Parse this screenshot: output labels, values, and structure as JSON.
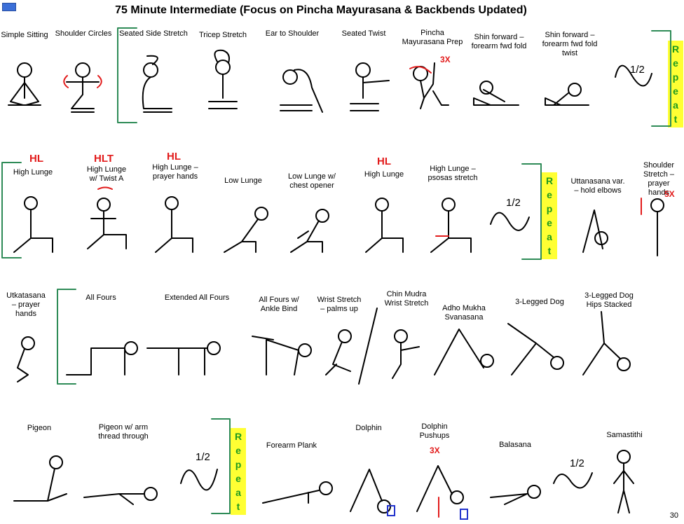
{
  "title": "75 Minute Intermediate (Focus on Pincha Mayurasana & Backbends Updated)",
  "page_number": "30",
  "repeat_text": "Repeat",
  "half_text": "1/2",
  "colors": {
    "accent_red": "#e21b1b",
    "bracket_green": "#2e8b57",
    "repeat_bg": "#ffff33",
    "repeat_text": "#1e9b1e",
    "block_blue": "#2233cc"
  },
  "rows": [
    {
      "poses": [
        {
          "label": "Simple Sitting"
        },
        {
          "label": "Shoulder Circles"
        },
        {
          "label": "Seated Side Stretch"
        },
        {
          "label": "Tricep Stretch"
        },
        {
          "label": "Ear to Shoulder"
        },
        {
          "label": "Seated Twist"
        },
        {
          "label": "Pincha\nMayurasana Prep",
          "note": "3X"
        },
        {
          "label": "Shin forward –\nforearm fwd fold"
        },
        {
          "label": "Shin forward –\nforearm fwd fold\ntwist"
        }
      ]
    },
    {
      "poses": [
        {
          "label": "High Lunge",
          "tag": "HL"
        },
        {
          "label": "High Lunge\nw/ Twist A",
          "tag": "HLT"
        },
        {
          "label": "High Lunge –\nprayer hands",
          "tag": "HL"
        },
        {
          "label": "Low Lunge"
        },
        {
          "label": "Low Lunge w/\nchest opener"
        },
        {
          "label": "High Lunge",
          "tag": "HL"
        },
        {
          "label": "High Lunge –\npsosas stretch"
        },
        {
          "label": "Uttanasana var.\n– hold elbows"
        },
        {
          "label": "Shoulder\nStretch – prayer\nhands",
          "note": "5X"
        }
      ]
    },
    {
      "poses": [
        {
          "label": "Utkatasana\n– prayer\nhands"
        },
        {
          "label": "All Fours"
        },
        {
          "label": "Extended All Fours"
        },
        {
          "label": "All Fours w/\nAnkle Bind"
        },
        {
          "label": "Wrist Stretch\n– palms up"
        },
        {
          "label": "Chin Mudra\nWrist Stretch"
        },
        {
          "label": "Adho Mukha\nSvanasana"
        },
        {
          "label": "3-Legged Dog"
        },
        {
          "label": "3-Legged Dog\nHips Stacked"
        }
      ]
    },
    {
      "poses": [
        {
          "label": "Pigeon"
        },
        {
          "label": "Pigeon w/ arm\nthread through"
        },
        {
          "label": "Forearm Plank"
        },
        {
          "label": "Dolphin"
        },
        {
          "label": "Dolphin\nPushups",
          "note": "3X"
        },
        {
          "label": "Balasana"
        },
        {
          "label": "Samastithi"
        }
      ]
    }
  ]
}
